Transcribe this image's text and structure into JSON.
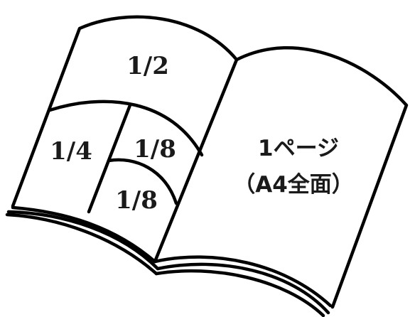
{
  "diagram": {
    "left_page": {
      "half": "1/2",
      "quarter": "1/4",
      "eighth_top": "1/8",
      "eighth_bottom": "1/8"
    },
    "right_page": {
      "line1": "1ページ",
      "line2": "（A4全面）"
    }
  }
}
